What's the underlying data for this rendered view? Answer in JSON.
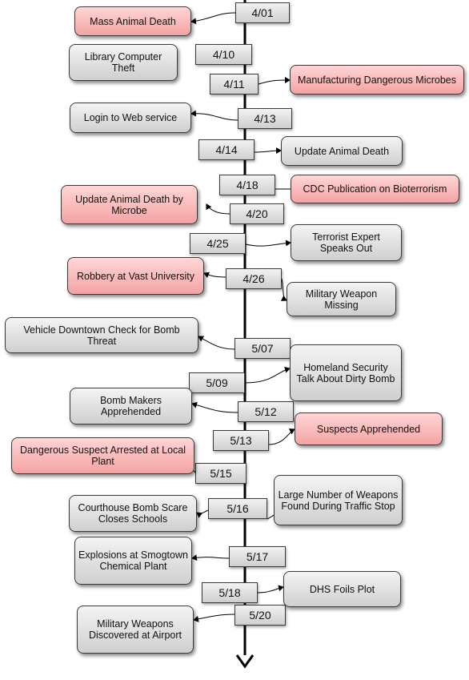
{
  "timeline": {
    "events": [
      {
        "date": "4/01",
        "label": "Mass Animal Death",
        "highlight": true
      },
      {
        "date": "4/10",
        "label": "Library Computer Theft",
        "highlight": false
      },
      {
        "date": "4/11",
        "label": "Manufacturing Dangerous Microbes",
        "highlight": true
      },
      {
        "date": "4/13",
        "label": "Login to Web service",
        "highlight": false
      },
      {
        "date": "4/14",
        "label": "Update Animal Death",
        "highlight": false
      },
      {
        "date": "4/18",
        "label": "CDC Publication on Bioterrorism",
        "highlight": true
      },
      {
        "date": "4/20",
        "label": "Update Animal Death by Microbe",
        "highlight": true
      },
      {
        "date": "4/25",
        "label": "Terrorist Expert Speaks Out",
        "highlight": false
      },
      {
        "date": "4/26",
        "label": "Robbery at Vast University",
        "highlight": true
      },
      {
        "date": "4/26",
        "label": "Military Weapon Missing",
        "highlight": false
      },
      {
        "date": "5/07",
        "label": "Vehicle Downtown Check for Bomb Threat",
        "highlight": false
      },
      {
        "date": "5/09",
        "label": "Homeland Security Talk About Dirty Bomb",
        "highlight": false
      },
      {
        "date": "5/12",
        "label": "Bomb Makers Apprehended",
        "highlight": false
      },
      {
        "date": "5/13",
        "label": "Suspects Apprehended",
        "highlight": true
      },
      {
        "date": "5/15",
        "label": "Dangerous Suspect Arrested at Local Plant",
        "highlight": true
      },
      {
        "date": "5/16",
        "label": "Courthouse Bomb Scare Closes Schools",
        "highlight": false
      },
      {
        "date": "5/16",
        "label": "Large Number of Weapons Found During Traffic Stop",
        "highlight": false
      },
      {
        "date": "5/17",
        "label": "Explosions at Smogtown Chemical Plant",
        "highlight": false
      },
      {
        "date": "5/18",
        "label": "DHS Foils Plot",
        "highlight": false
      },
      {
        "date": "5/20",
        "label": "Military Weapons Discovered at Airport",
        "highlight": false
      }
    ]
  },
  "colors": {
    "highlight_fill": "#f4a3a3",
    "normal_fill": "#d6d6d6",
    "axis": "#000000"
  }
}
